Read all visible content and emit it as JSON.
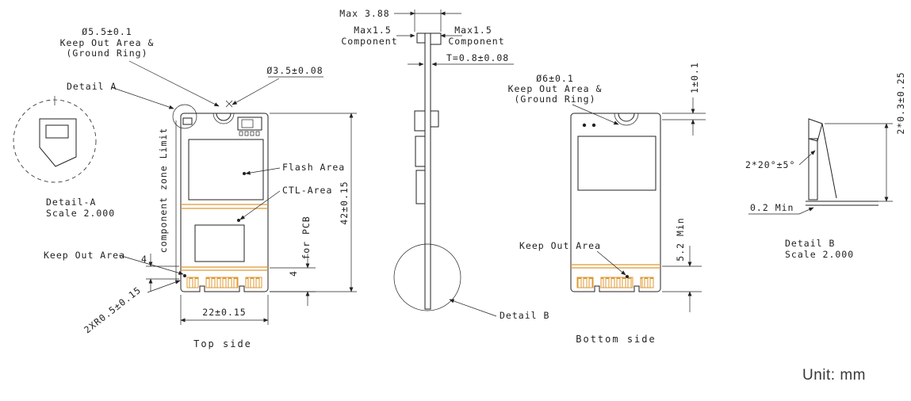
{
  "page": {
    "unit_label": "Unit: mm"
  },
  "colors": {
    "line": "#222222",
    "accent": "#dd9933"
  },
  "detail_a_inset": {
    "title": "Detail-A",
    "scale": "Scale 2.000"
  },
  "top_view": {
    "caption": "Top side",
    "keepout_dia": "Ø5.5±0.1",
    "keepout_l2": "Keep Out Area &",
    "keepout_l3": "(Ground Ring)",
    "detail_a_ref": "Detail A",
    "hole_dia": "Ø3.5±0.08",
    "flash_area": "Flash Area",
    "ctl_area": "CTL-Area",
    "keep_out_area": "Keep Out Area",
    "corner_radius": "2XR0.5±0.15",
    "zone_limit": "component zone Limit",
    "dim_width": "22±0.15",
    "dim_height": "42±0.15",
    "dim_left_4": "4",
    "dim_right_4": "4",
    "dim_for_pcb": "for PCB"
  },
  "side_view": {
    "dim_max_388": "Max 3.88",
    "dim_max15_left": "Max1.5",
    "component_left": "Component",
    "dim_max15_right": "Max1.5",
    "component_right": "Component",
    "thickness": "T=0.8±0.08",
    "detail_b_ref": "Detail B"
  },
  "bottom_view": {
    "caption": "Bottom side",
    "keepout_dia": "Ø6±0.1",
    "keepout_l2": "Keep Out Area &",
    "keepout_l3": "(Ground Ring)",
    "keep_out_area": "Keep Out Area",
    "dim_1": "1±0.1",
    "dim_52_min": "5.2 Min"
  },
  "detail_b_inset": {
    "angle": "2*20°±5°",
    "clearance": "0.2 Min",
    "edge_dim": "2*0.3±0.25",
    "title": "Detail B",
    "scale": "Scale 2.000"
  }
}
